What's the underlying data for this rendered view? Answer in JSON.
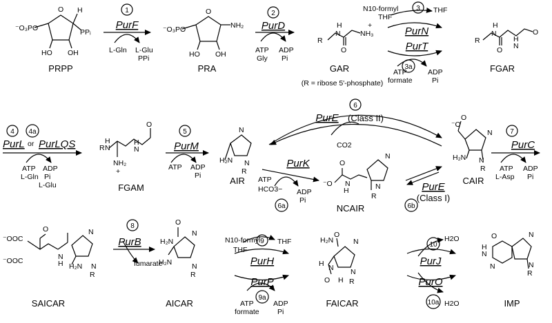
{
  "compounds": {
    "prpp": "PRPP",
    "pra": "PRA",
    "gar": "GAR",
    "fgar": "FGAR",
    "fgam": "FGAM",
    "air": "AIR",
    "ncair": "NCAIR",
    "cair": "CAIR",
    "saicar": "SAICAR",
    "aicar": "AICAR",
    "faicar": "FAICAR",
    "imp": "IMP"
  },
  "note": "(R = ribose 5'-phosphate)",
  "steps": {
    "s1": {
      "num": "1",
      "enzyme": "PurF",
      "in": [
        "L-Gln"
      ],
      "out": [
        "L-Glu",
        "PPi"
      ]
    },
    "s2": {
      "num": "2",
      "enzyme": "PurD",
      "in": [
        "ATP",
        "Gly"
      ],
      "out": [
        "ADP",
        "Pi"
      ]
    },
    "s3": {
      "num": "3",
      "enzyme": "PurN",
      "in": [
        "N10-formyl",
        "THF"
      ],
      "out": [
        "THF"
      ]
    },
    "s3a": {
      "num": "3a",
      "enzyme": "PurT",
      "in": [
        "ATP",
        "formate"
      ],
      "out": [
        "ADP",
        "Pi"
      ]
    },
    "s4": {
      "num": "4",
      "num2": "4a",
      "enzyme": "PurL",
      "or": "or",
      "enzyme2": "PurLQS",
      "in": [
        "ATP",
        "L-Gln"
      ],
      "out": [
        "ADP",
        "Pi",
        "L-Glu"
      ]
    },
    "s5": {
      "num": "5",
      "enzyme": "PurM",
      "in": [
        "ATP"
      ],
      "out": [
        "ADP",
        "Pi"
      ]
    },
    "s6": {
      "num": "6",
      "enzyme": "PurE",
      "class": "(Class II)",
      "co2": "CO2"
    },
    "s6a": {
      "num": "6a",
      "enzyme": "PurK",
      "in": [
        "ATP",
        "HCO3−"
      ],
      "out": [
        "ADP",
        "Pi"
      ]
    },
    "s6b": {
      "num": "6b",
      "enzyme": "PurE",
      "class": "(Class I)"
    },
    "s7": {
      "num": "7",
      "enzyme": "PurC",
      "in": [
        "ATP",
        "L-Asp"
      ],
      "out": [
        "ADP",
        "Pi"
      ]
    },
    "s8": {
      "num": "8",
      "enzyme": "PurB",
      "out": [
        "fumarate"
      ]
    },
    "s9": {
      "num": "9",
      "enzyme": "PurH",
      "in": [
        "N10-formyl",
        "THF"
      ],
      "out": [
        "THF"
      ]
    },
    "s9a": {
      "num": "9a",
      "enzyme": "PurP",
      "in": [
        "ATP",
        "formate"
      ],
      "out": [
        "ADP",
        "Pi"
      ]
    },
    "s10": {
      "num": "10",
      "enzyme": "PurJ",
      "out": [
        "H2O"
      ]
    },
    "s10a": {
      "num": "10a",
      "enzyme": "PurO",
      "out": [
        "H2O"
      ]
    }
  }
}
